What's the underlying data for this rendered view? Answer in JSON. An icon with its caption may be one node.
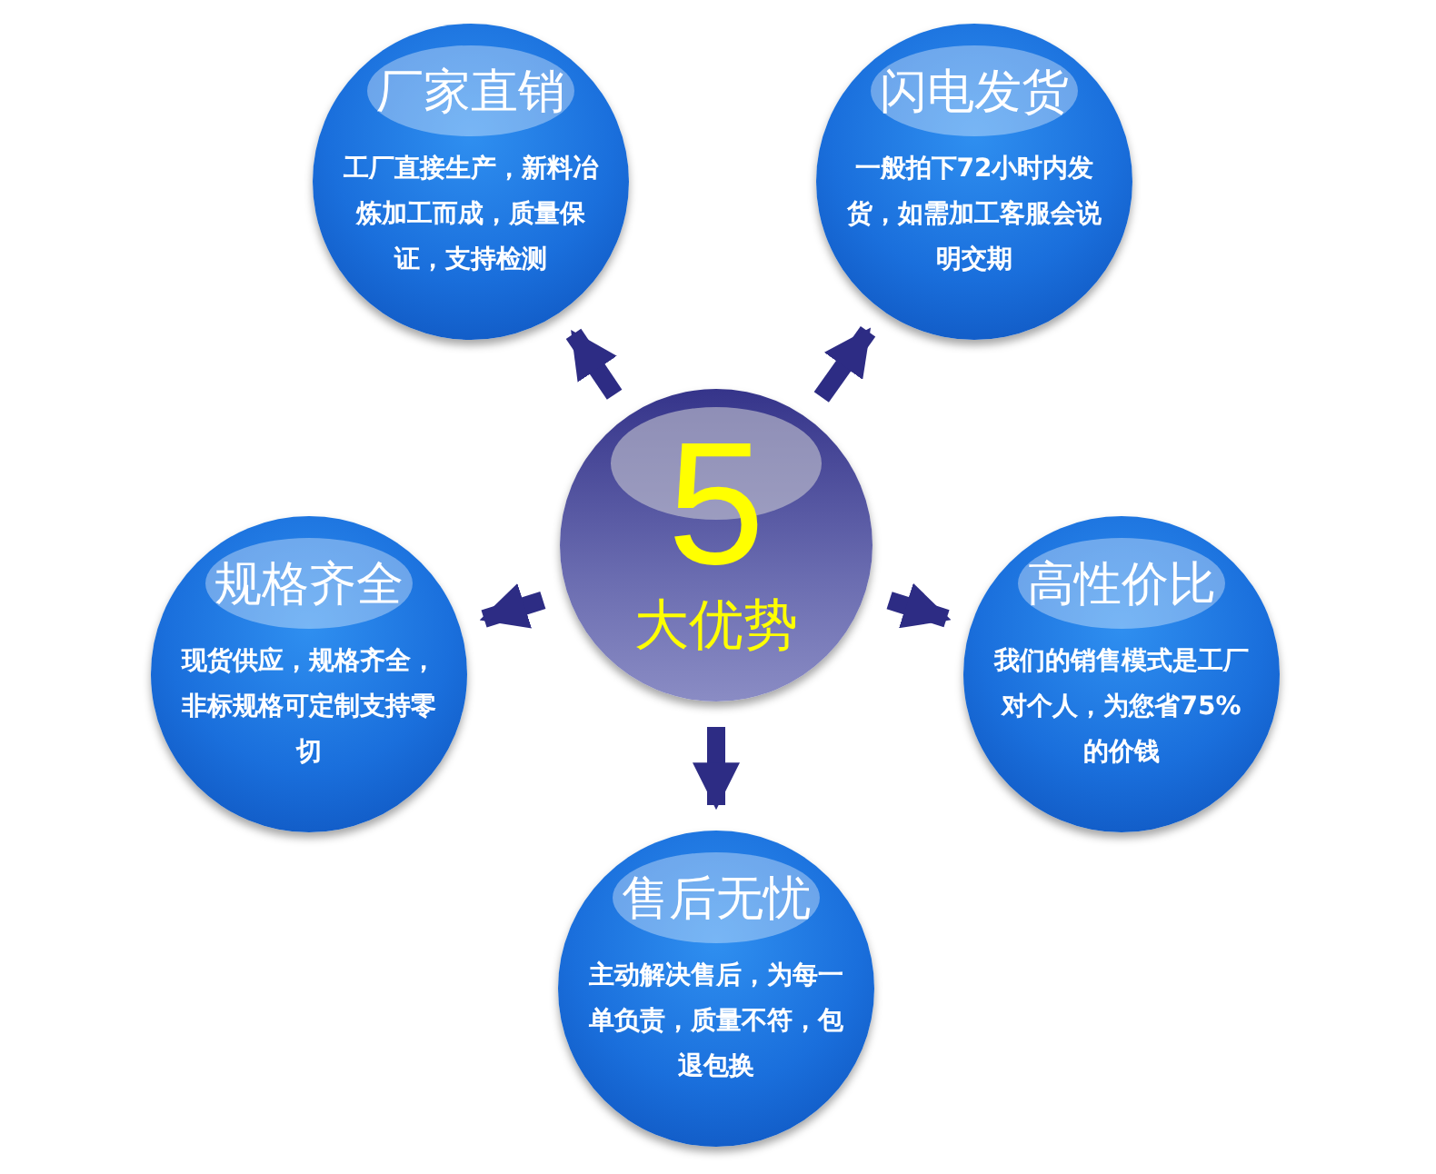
{
  "diagram": {
    "nodes": [
      {
        "text": [
          "5",
          "大优势"
        ]
      },
      {
        "text": [
          "厂家直销",
          "工厂直接生产，新料冶炼加工而成，质量保证，支持检测"
        ]
      },
      {
        "text": [
          "闪电发货",
          "一般拍下72小时内发货，如需加工客服会说明交期"
        ]
      },
      {
        "text": [
          "规格齐全",
          "现货供应，规格齐全，非标规格可定制支持零切"
        ]
      },
      {
        "text": [
          "高性价比",
          "我们的销售模式是工厂对个人，为您省75%的价钱"
        ]
      },
      {
        "text": [
          "售后无忧",
          "主动解决售后，为每一单负责，质量不符，包退包换"
        ]
      }
    ],
    "edges": [
      {
        "from": 0,
        "to": 1,
        "arrow": "to"
      },
      {
        "from": 0,
        "to": 2,
        "arrow": "to"
      },
      {
        "from": 0,
        "to": 3,
        "arrow": "to"
      },
      {
        "from": 0,
        "to": 4,
        "arrow": "to"
      },
      {
        "from": 0,
        "to": 5,
        "arrow": "to"
      }
    ]
  }
}
